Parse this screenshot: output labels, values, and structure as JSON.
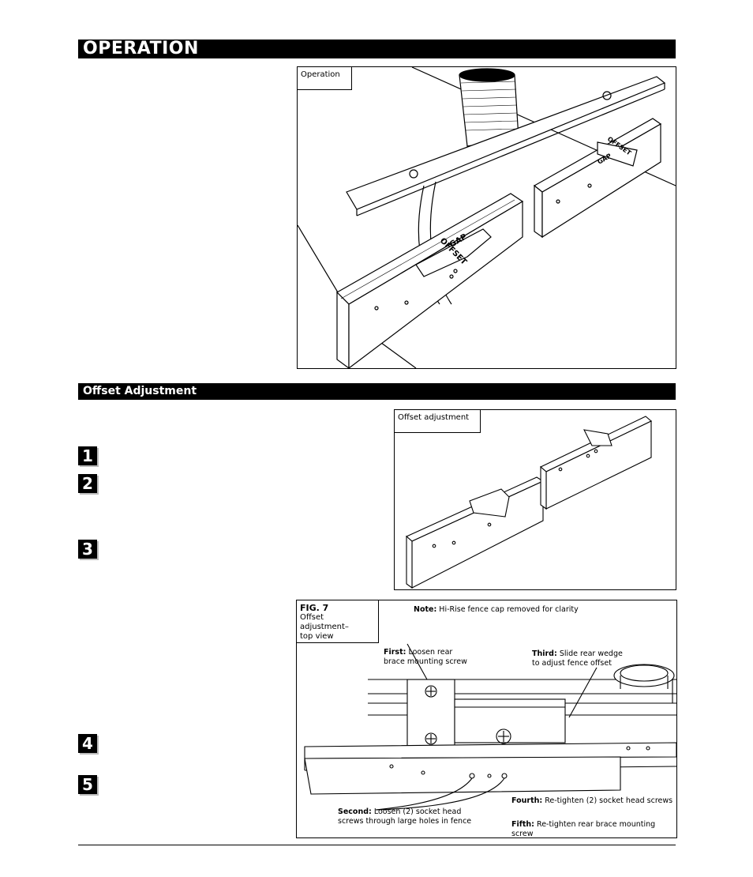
{
  "header": {
    "title": "OPERATION"
  },
  "figure_operation": {
    "caption": "Operation",
    "labels": {
      "gap": "GAP",
      "offset": "OFFSET"
    }
  },
  "section": {
    "title": "Offset Adjustment"
  },
  "figure_offset": {
    "caption": "Offset adjustment"
  },
  "steps": [
    "1",
    "2",
    "3",
    "4",
    "5"
  ],
  "fig7": {
    "number": "FIG. 7",
    "caption": "Offset adjustment–\ntop view",
    "note_label": "Note:",
    "note_text": "Hi-Rise fence cap removed for clarity",
    "first_label": "First:",
    "first_text": "Loosen rear brace mounting screw",
    "third_label": "Third:",
    "third_text": "Slide rear wedge to adjust fence offset",
    "second_label": "Second:",
    "second_text": "Loosen (2) socket head screws through large holes in fence",
    "fourth_label": "Fourth:",
    "fourth_text": "Re-tighten (2) socket head screws",
    "fifth_label": "Fifth:",
    "fifth_text": "Re-tighten rear brace mounting screw"
  }
}
